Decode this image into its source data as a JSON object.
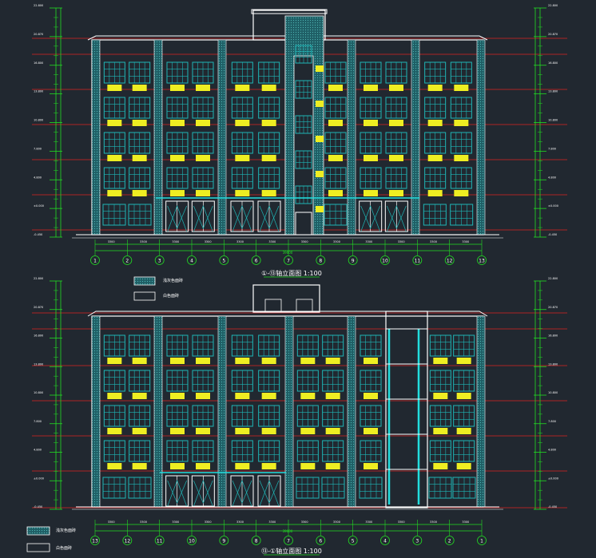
{
  "colors": {
    "background": "#212830",
    "outline": "#ffffff",
    "glazing": "#1fb6b6",
    "tile_fill": "#1f5f66",
    "dimension": "#22dd22",
    "floor_line": "#dd2222",
    "balcony": "#eeee22",
    "stair_glass": "#22dddd"
  },
  "elevation_top": {
    "title": "①-⑬轴立面图 1:100",
    "axes": [
      "1",
      "2",
      "3",
      "4",
      "5",
      "6",
      "7",
      "8",
      "9",
      "10",
      "11",
      "12",
      "13"
    ],
    "level_labels_left": [
      "22.800",
      "20.870",
      "16.800",
      "13.800",
      "10.800",
      "7.800",
      "4.800",
      "±0.000",
      "-0.450"
    ],
    "level_labels_right": [
      "22.800",
      "20.870",
      "16.800",
      "13.800",
      "10.800",
      "7.800",
      "4.800",
      "±0.000",
      "-0.450"
    ],
    "bay_dims": [
      "3300",
      "3300",
      "3300",
      "3300",
      "3300",
      "3300",
      "3300",
      "3300",
      "3300",
      "3300",
      "3300",
      "3300"
    ],
    "total_dim": "39600"
  },
  "elevation_bottom": {
    "title": "⑬-①轴立面图 1:100",
    "axes": [
      "13",
      "12",
      "11",
      "10",
      "9",
      "8",
      "7",
      "6",
      "5",
      "4",
      "3",
      "2",
      "1"
    ],
    "level_labels_left": [
      "22.800",
      "20.870",
      "16.800",
      "13.800",
      "10.800",
      "7.800",
      "4.800",
      "±0.000",
      "-0.450"
    ],
    "level_labels_right": [
      "22.800",
      "20.870",
      "16.800",
      "13.800",
      "10.800",
      "7.800",
      "4.800",
      "±0.000",
      "-0.450"
    ],
    "bay_dims": [
      "3300",
      "3300",
      "3300",
      "3300",
      "3300",
      "3300",
      "3300",
      "3300",
      "3300",
      "3300",
      "3300",
      "3300"
    ],
    "total_dim": "39600"
  },
  "legend": {
    "tile_label": "浅灰色面砖",
    "white_label": "白色面砖"
  }
}
